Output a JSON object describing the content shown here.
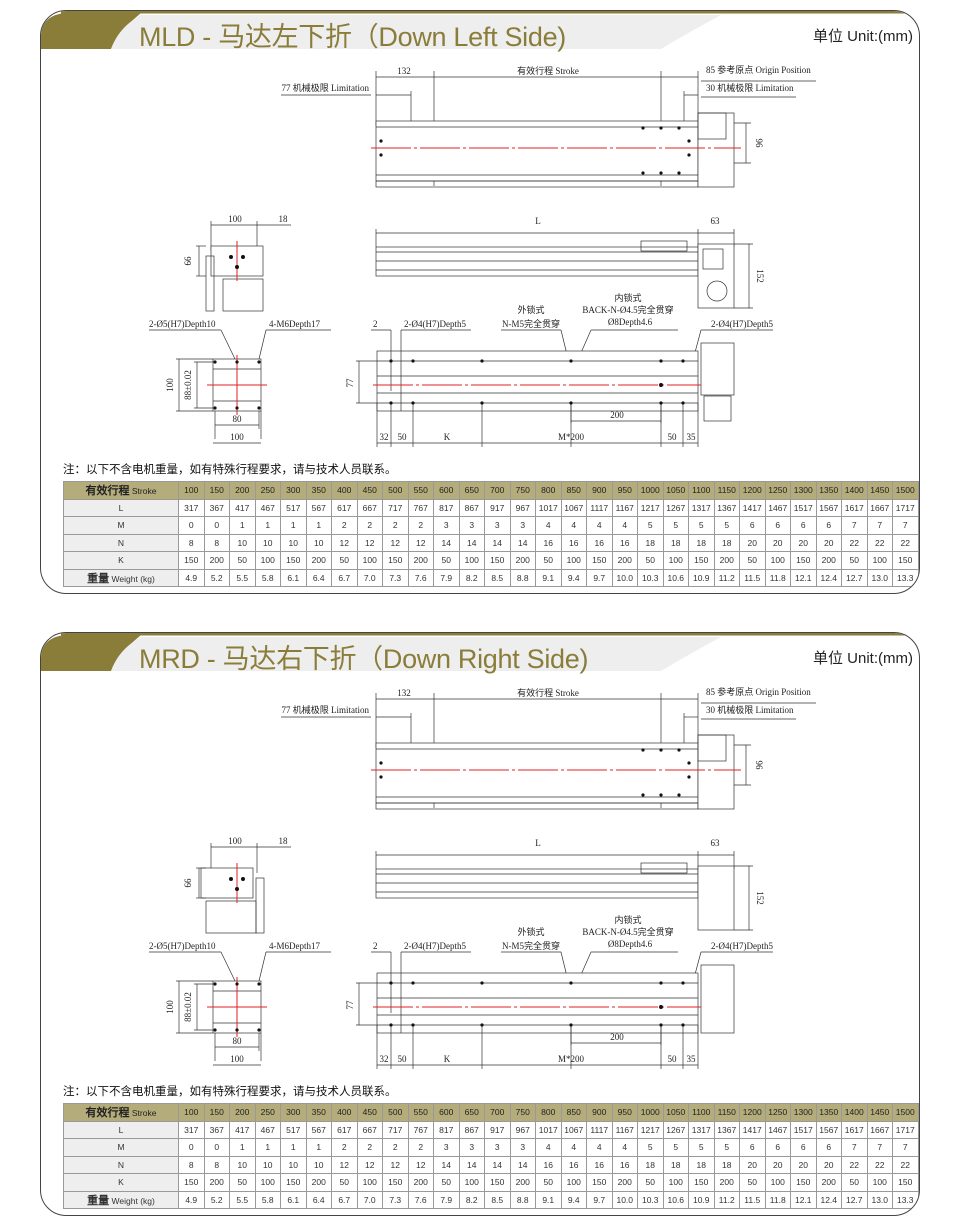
{
  "sections": [
    {
      "title": "MLD - 马达左下折（Down Left Side)",
      "unit": "单位 Unit:(mm)"
    },
    {
      "title": "MRD - 马达右下折（Down Right Side)",
      "unit": "单位 Unit:(mm)"
    }
  ],
  "drawing": {
    "d132": "132",
    "stroke": "有效行程 Stroke",
    "origin": "85 参考原点 Origin Position",
    "lim77": "77 机械极限 Limitation",
    "lim30": "30 机械极限 Limitation",
    "d96": "96",
    "L": "L",
    "d63": "63",
    "d152": "152",
    "f100": "100",
    "f18": "18",
    "f66": "66",
    "pin5": "2-Ø5(H7)Depth10",
    "m6": "4-M6Depth17",
    "p100v": "100",
    "p88": "88±0.02",
    "p80": "80",
    "p100h": "100",
    "d2": "2",
    "pin4a": "2-Ø4(H7)Depth5",
    "outer": "外锁式",
    "outer2": "N-M5完全贯穿",
    "inner": "内锁式",
    "inner2": "BACK-N-Ø4.5完全贯穿",
    "inner3": "Ø8Depth4.6",
    "pin4b": "2-Ø4(H7)Depth5",
    "d77": "77",
    "d200": "200",
    "b32": "32",
    "b50a": "50",
    "bK": "K",
    "bM": "M*200",
    "b50b": "50",
    "b35": "35"
  },
  "note": "注：以下不含电机重量，如有特殊行程要求，请与技术人员联系。",
  "table": {
    "rows": [
      {
        "label_cn": "有效行程",
        "label_en": "Stroke",
        "values": [
          "100",
          "150",
          "200",
          "250",
          "300",
          "350",
          "400",
          "450",
          "500",
          "550",
          "600",
          "650",
          "700",
          "750",
          "800",
          "850",
          "900",
          "950",
          "1000",
          "1050",
          "1100",
          "1150",
          "1200",
          "1250",
          "1300",
          "1350",
          "1400",
          "1450",
          "1500"
        ]
      },
      {
        "label_cn": "",
        "label_en": "L",
        "values": [
          "317",
          "367",
          "417",
          "467",
          "517",
          "567",
          "617",
          "667",
          "717",
          "767",
          "817",
          "867",
          "917",
          "967",
          "1017",
          "1067",
          "1117",
          "1167",
          "1217",
          "1267",
          "1317",
          "1367",
          "1417",
          "1467",
          "1517",
          "1567",
          "1617",
          "1667",
          "1717"
        ]
      },
      {
        "label_cn": "",
        "label_en": "M",
        "values": [
          "0",
          "0",
          "1",
          "1",
          "1",
          "1",
          "2",
          "2",
          "2",
          "2",
          "3",
          "3",
          "3",
          "3",
          "4",
          "4",
          "4",
          "4",
          "5",
          "5",
          "5",
          "5",
          "6",
          "6",
          "6",
          "6",
          "7",
          "7",
          "7"
        ]
      },
      {
        "label_cn": "",
        "label_en": "N",
        "values": [
          "8",
          "8",
          "10",
          "10",
          "10",
          "10",
          "12",
          "12",
          "12",
          "12",
          "14",
          "14",
          "14",
          "14",
          "16",
          "16",
          "16",
          "16",
          "18",
          "18",
          "18",
          "18",
          "20",
          "20",
          "20",
          "20",
          "22",
          "22",
          "22"
        ]
      },
      {
        "label_cn": "",
        "label_en": "K",
        "values": [
          "150",
          "200",
          "50",
          "100",
          "150",
          "200",
          "50",
          "100",
          "150",
          "200",
          "50",
          "100",
          "150",
          "200",
          "50",
          "100",
          "150",
          "200",
          "50",
          "100",
          "150",
          "200",
          "50",
          "100",
          "150",
          "200",
          "50",
          "100",
          "150"
        ]
      },
      {
        "label_cn": "重量",
        "label_en": "Weight (kg)",
        "values": [
          "4.9",
          "5.2",
          "5.5",
          "5.8",
          "6.1",
          "6.4",
          "6.7",
          "7.0",
          "7.3",
          "7.6",
          "7.9",
          "8.2",
          "8.5",
          "8.8",
          "9.1",
          "9.4",
          "9.7",
          "10.0",
          "10.3",
          "10.6",
          "10.9",
          "11.2",
          "11.5",
          "11.8",
          "12.1",
          "12.4",
          "12.7",
          "13.0",
          "13.3"
        ]
      }
    ]
  },
  "colors": {
    "accent": "#8a7d3a",
    "header_fill": "#b5ac7c",
    "centerline": "#e02020"
  }
}
